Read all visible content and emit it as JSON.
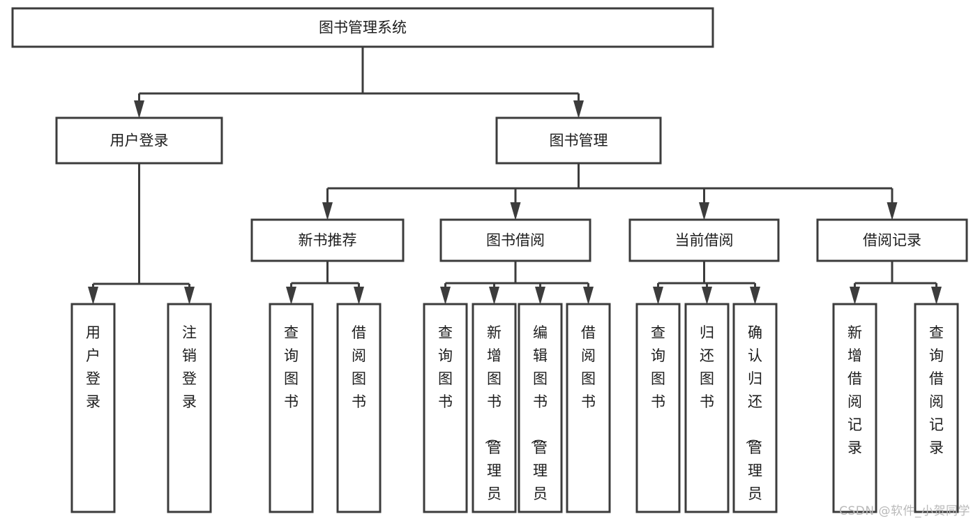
{
  "diagram": {
    "title": "图书管理系统",
    "type": "hierarchy-tree",
    "colors": {
      "stroke": "#3c3c3c",
      "box_fill": "#ffffff",
      "text": "#1d1d1d",
      "background": "#ffffff",
      "watermark": "#b9b9b9"
    },
    "levels": [
      {
        "level": 0,
        "nodes": [
          {
            "id": "root",
            "label": "图书管理系统",
            "orientation": "horizontal"
          }
        ]
      },
      {
        "level": 1,
        "nodes": [
          {
            "id": "login",
            "label": "用户登录",
            "orientation": "horizontal",
            "parent": "root"
          },
          {
            "id": "bookmgmt",
            "label": "图书管理",
            "orientation": "horizontal",
            "parent": "root"
          }
        ]
      },
      {
        "level": 2,
        "nodes": [
          {
            "id": "newbook",
            "label": "新书推荐",
            "orientation": "horizontal",
            "parent": "bookmgmt"
          },
          {
            "id": "borrow",
            "label": "图书借阅",
            "orientation": "horizontal",
            "parent": "bookmgmt"
          },
          {
            "id": "current",
            "label": "当前借阅",
            "orientation": "horizontal",
            "parent": "bookmgmt"
          },
          {
            "id": "record",
            "label": "借阅记录",
            "orientation": "horizontal",
            "parent": "bookmgmt"
          }
        ]
      },
      {
        "level": 3,
        "nodes": [
          {
            "id": "leaf1",
            "label": "用户登录",
            "orientation": "vertical",
            "parent": "login"
          },
          {
            "id": "leaf2",
            "label": "注销登录",
            "orientation": "vertical",
            "parent": "login"
          },
          {
            "id": "leaf3",
            "label": "查询图书",
            "orientation": "vertical",
            "parent": "newbook"
          },
          {
            "id": "leaf4",
            "label": "借阅图书",
            "orientation": "vertical",
            "parent": "newbook"
          },
          {
            "id": "leaf5",
            "label": "查询图书",
            "orientation": "vertical",
            "parent": "borrow"
          },
          {
            "id": "leaf6",
            "label": "新增图书（管理员）",
            "orientation": "vertical",
            "parent": "borrow"
          },
          {
            "id": "leaf7",
            "label": "编辑图书（管理员）",
            "orientation": "vertical",
            "parent": "borrow"
          },
          {
            "id": "leaf8",
            "label": "借阅图书",
            "orientation": "vertical",
            "parent": "borrow"
          },
          {
            "id": "leaf9",
            "label": "查询图书",
            "orientation": "vertical",
            "parent": "current"
          },
          {
            "id": "leaf10",
            "label": "归还图书",
            "orientation": "vertical",
            "parent": "current"
          },
          {
            "id": "leaf11",
            "label": "确认归还（管理员）",
            "orientation": "vertical",
            "parent": "current"
          },
          {
            "id": "leaf12",
            "label": "新增借阅记录",
            "orientation": "vertical",
            "parent": "record"
          },
          {
            "id": "leaf13",
            "label": "查询借阅记录",
            "orientation": "vertical",
            "parent": "record"
          }
        ]
      }
    ]
  },
  "labels": {
    "root": "图书管理系统",
    "login": "用户登录",
    "bookmgmt": "图书管理",
    "newbook": "新书推荐",
    "borrow": "图书借阅",
    "current": "当前借阅",
    "record": "借阅记录",
    "leaf1": "用户登录",
    "leaf2": "注销登录",
    "leaf3": "查询图书",
    "leaf4": "借阅图书",
    "leaf5": "查询图书",
    "leaf6": "新增图书（管理员）",
    "leaf7": "编辑图书（管理员）",
    "leaf8": "借阅图书",
    "leaf9": "查询图书",
    "leaf10": "归还图书",
    "leaf11": "确认归还（管理员）",
    "leaf12": "新增借阅记录",
    "leaf13": "查询借阅记录"
  },
  "watermark": {
    "text": "CSDN @软件_小贺同学"
  }
}
